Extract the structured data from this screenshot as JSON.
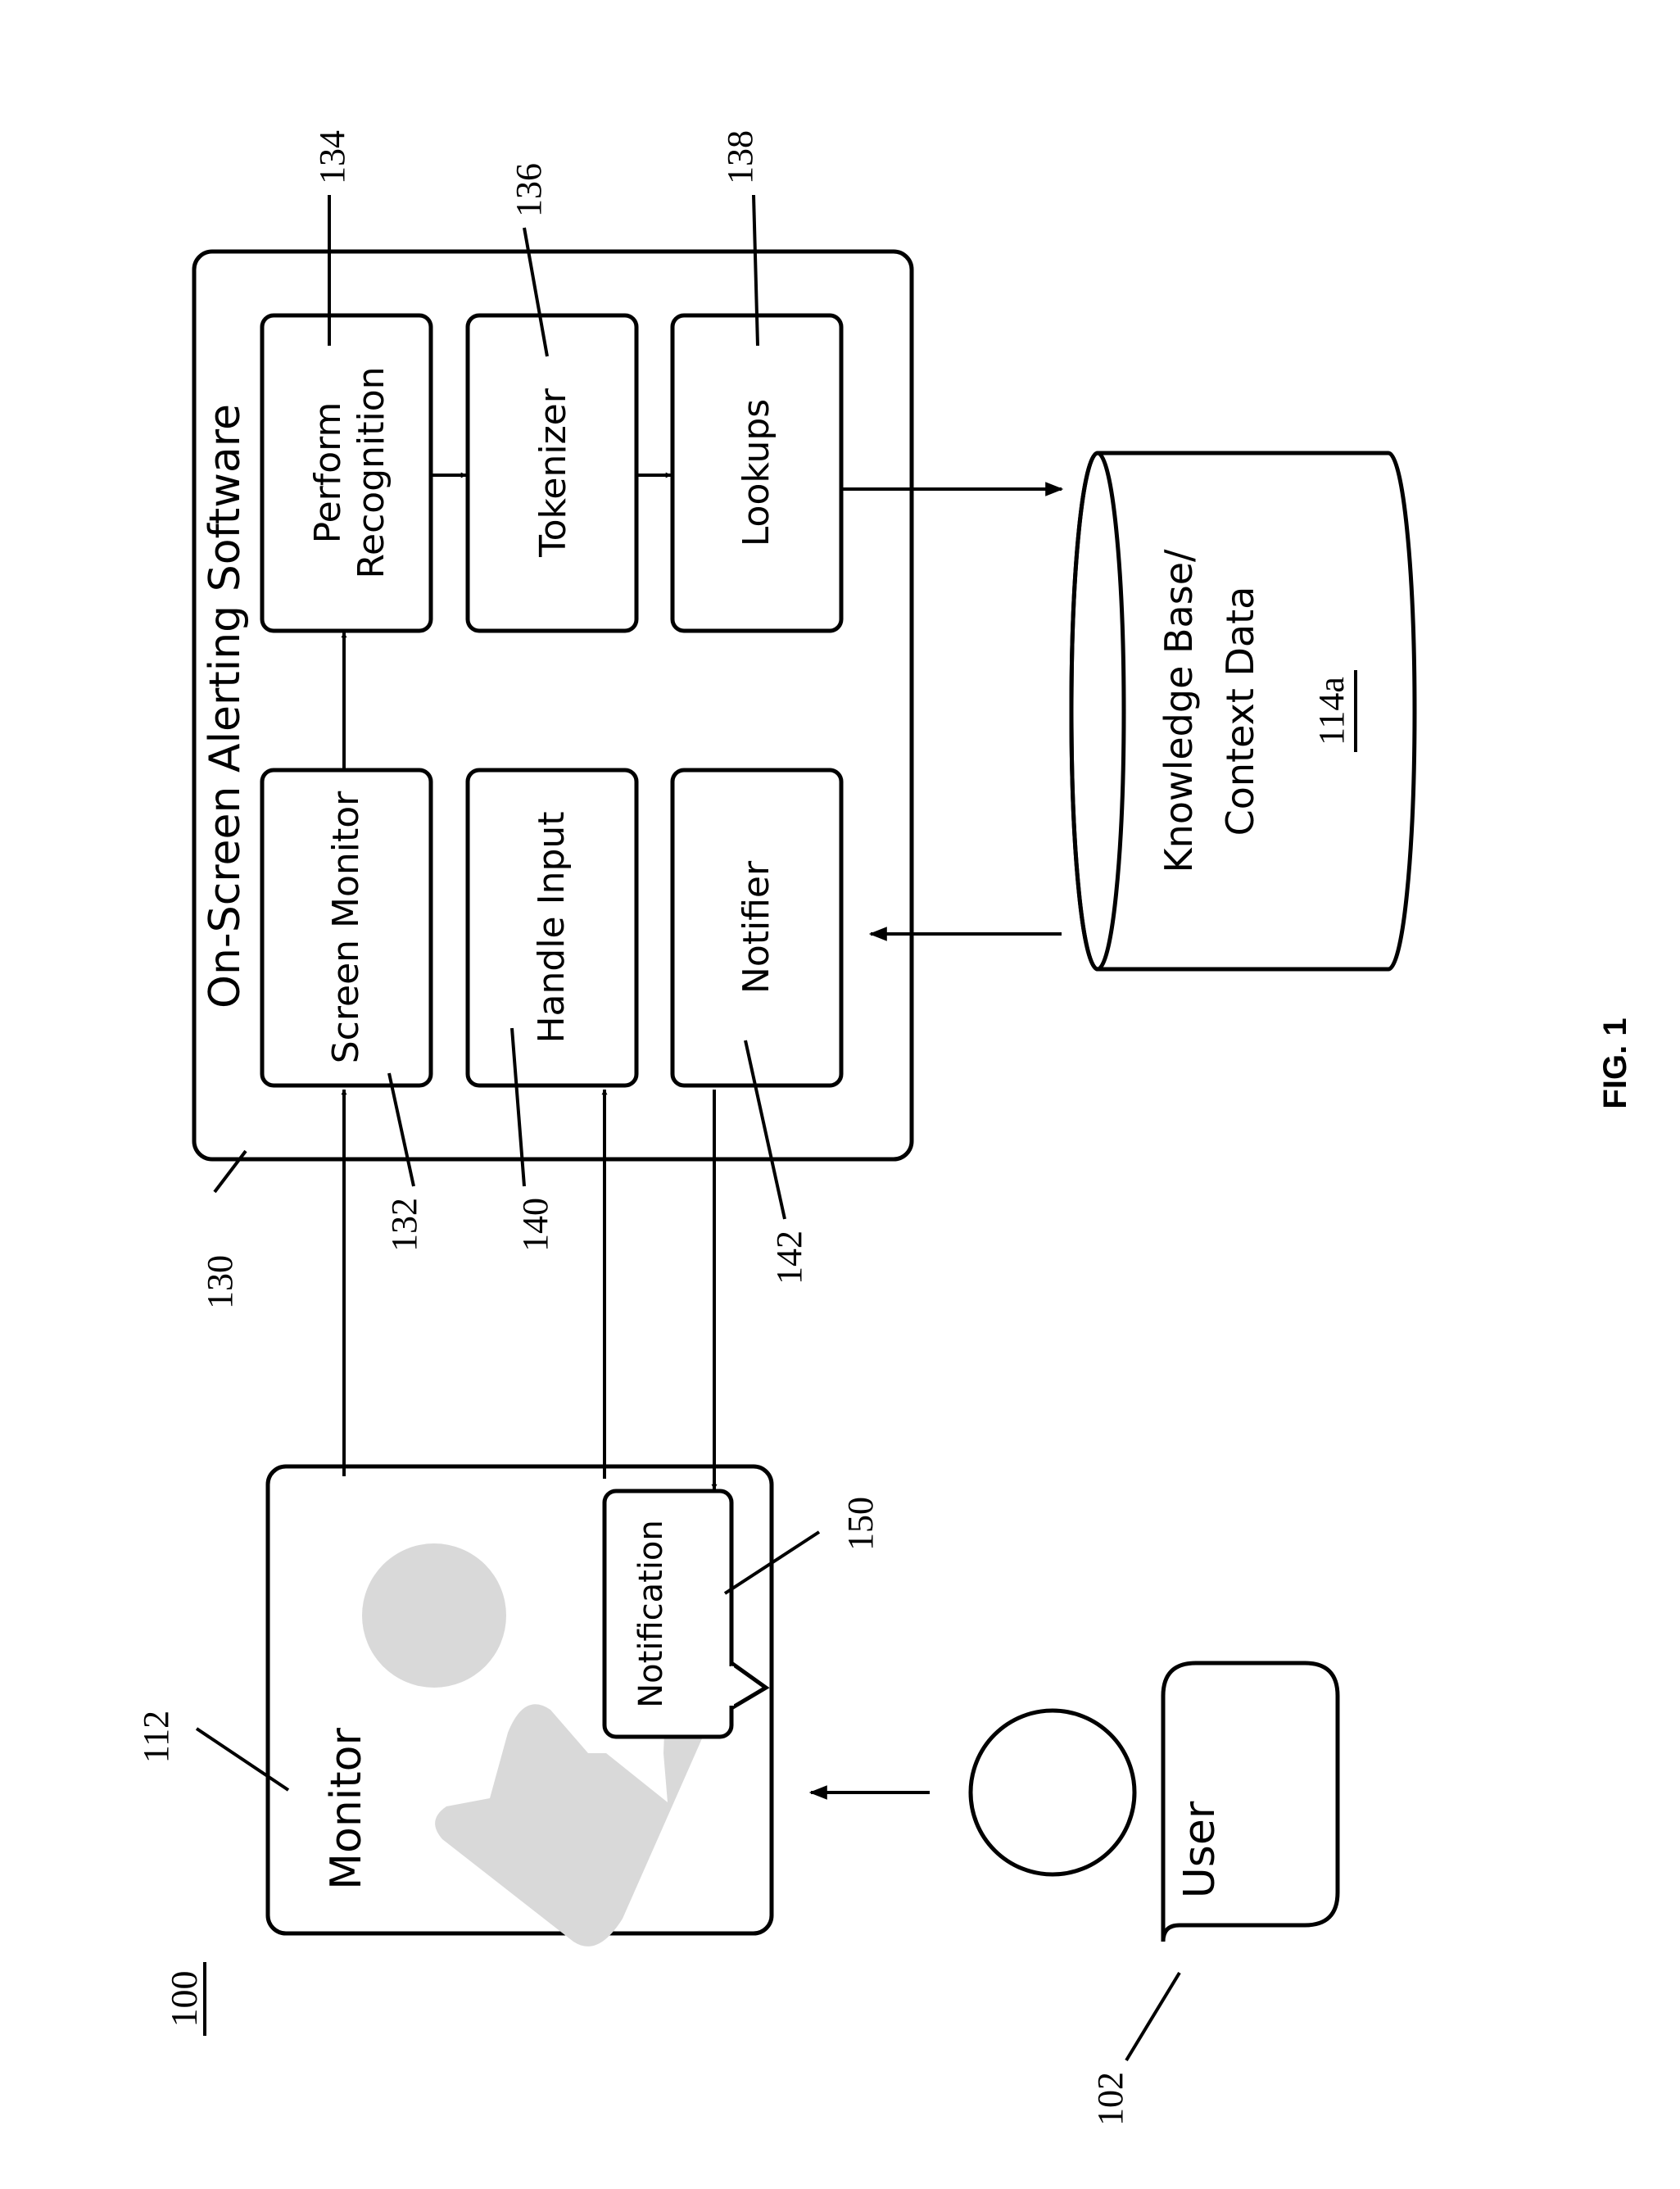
{
  "figure": {
    "label": "FIG. 1",
    "system_ref": "100"
  },
  "software": {
    "title": "On-Screen Alerting Software",
    "ref": "130",
    "modules": {
      "screen_monitor": {
        "label": "Screen Monitor",
        "ref": "132"
      },
      "perform_recognition": {
        "label_line1": "Perform",
        "label_line2": "Recognition",
        "ref": "134"
      },
      "tokenizer": {
        "label": "Tokenizer",
        "ref": "136"
      },
      "lookups": {
        "label": "Lookups",
        "ref": "138"
      },
      "handle_input": {
        "label": "Handle Input",
        "ref": "140"
      },
      "notifier": {
        "label": "Notifier",
        "ref": "142"
      }
    }
  },
  "database": {
    "label_line1": "Knowledge Base/",
    "label_line2": "Context Data",
    "ref": "114a"
  },
  "monitor": {
    "label": "Monitor",
    "ref": "112",
    "notification": {
      "label": "Notification",
      "ref": "150"
    }
  },
  "user": {
    "label": "User",
    "ref": "102"
  },
  "colors": {
    "ink": "#000000",
    "image_placeholder": "#d9d9d9",
    "background": "#ffffff"
  }
}
